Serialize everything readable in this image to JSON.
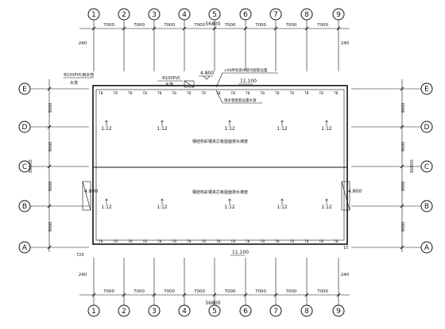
{
  "column_axes": [
    "1",
    "2",
    "3",
    "4",
    "5",
    "6",
    "7",
    "8",
    "9"
  ],
  "row_axes": [
    "E",
    "D",
    "C",
    "B",
    "A"
  ],
  "bay_dims": [
    "7000",
    "7000",
    "7000",
    "7000",
    "7000",
    "7000",
    "7000",
    "7000"
  ],
  "overall_length": "56800",
  "overall_width": "36800",
  "end_offset": "240",
  "row_bay_dims": [
    "9000",
    "9000",
    "9000",
    "9000"
  ],
  "slope_labels": [
    "1:12",
    "1:12",
    "1:12",
    "1:12",
    "1:12"
  ],
  "roof_zone_note": "钢结构彩钢夹芯板屋面排水坡度",
  "downpipe_note": "Φ150PVC雨水管",
  "pipe_note": "Φ100PVC",
  "outfall_label": "水落",
  "elev_ridge": "4.800",
  "elev_left": "4.800",
  "elev_right": "4.800",
  "elev_top": "11.100",
  "elev_bottom": "11.100",
  "callout_top": "±00所有雨水管均配套设置",
  "callout_mid": "雨水管配套设置水落",
  "corner_left": "720",
  "corner_right": "15",
  "gutter_mark": "TB"
}
